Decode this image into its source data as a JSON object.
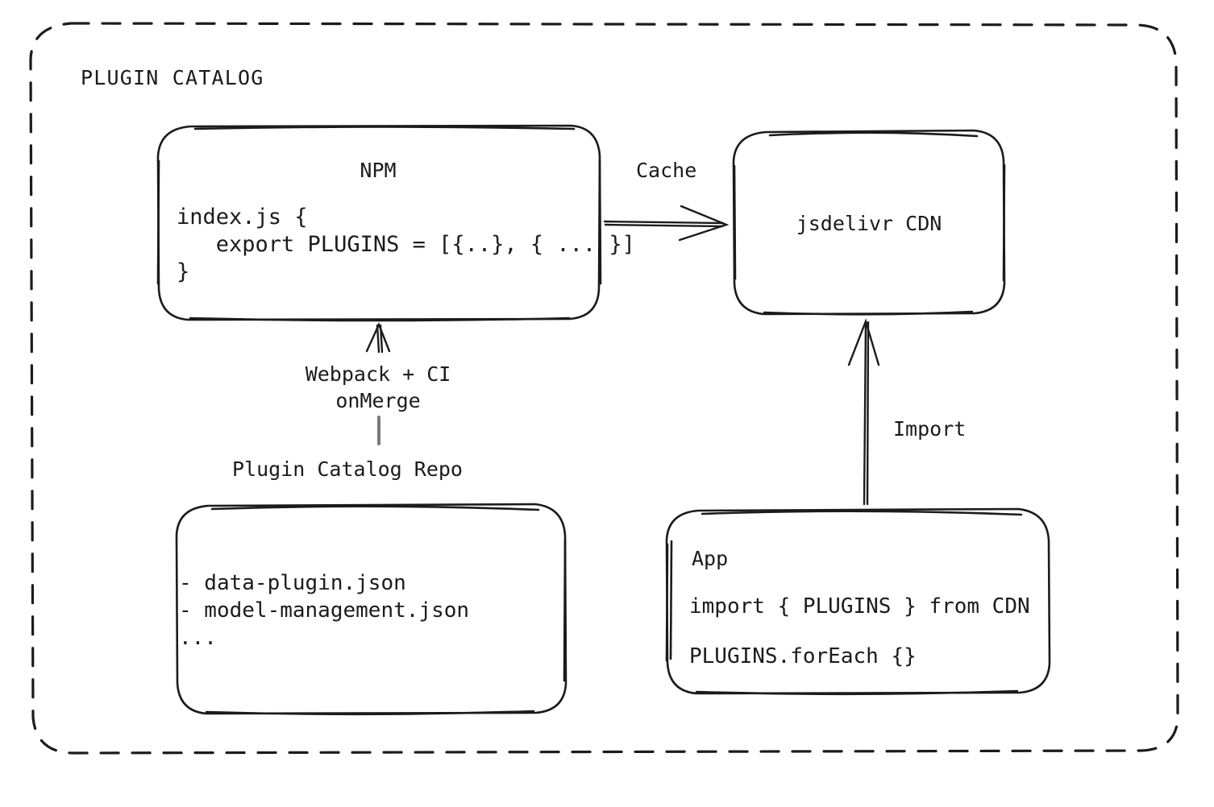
{
  "diagram": {
    "title": "PLUGIN CATALOG",
    "background_color": "#ffffff",
    "stroke_color": "#1b1b1b",
    "nodes": {
      "npm": {
        "title": "NPM",
        "code": "index.js {\n   export PLUGINS = [{..}, { ... }]\n}"
      },
      "cdn": {
        "title": "jsdelivr CDN"
      },
      "repo": {
        "caption": "Plugin Catalog Repo",
        "lines": "- data-plugin.json\n- model-management.json\n..."
      },
      "app": {
        "title": "App",
        "line1": "import { PLUGINS } from CDN",
        "line2": "PLUGINS.forEach {}"
      }
    },
    "edges": {
      "npm_to_cdn": {
        "label": "Cache"
      },
      "repo_to_npm": {
        "label": "Webpack + CI\nonMerge"
      },
      "app_to_cdn": {
        "label": "Import"
      }
    }
  }
}
